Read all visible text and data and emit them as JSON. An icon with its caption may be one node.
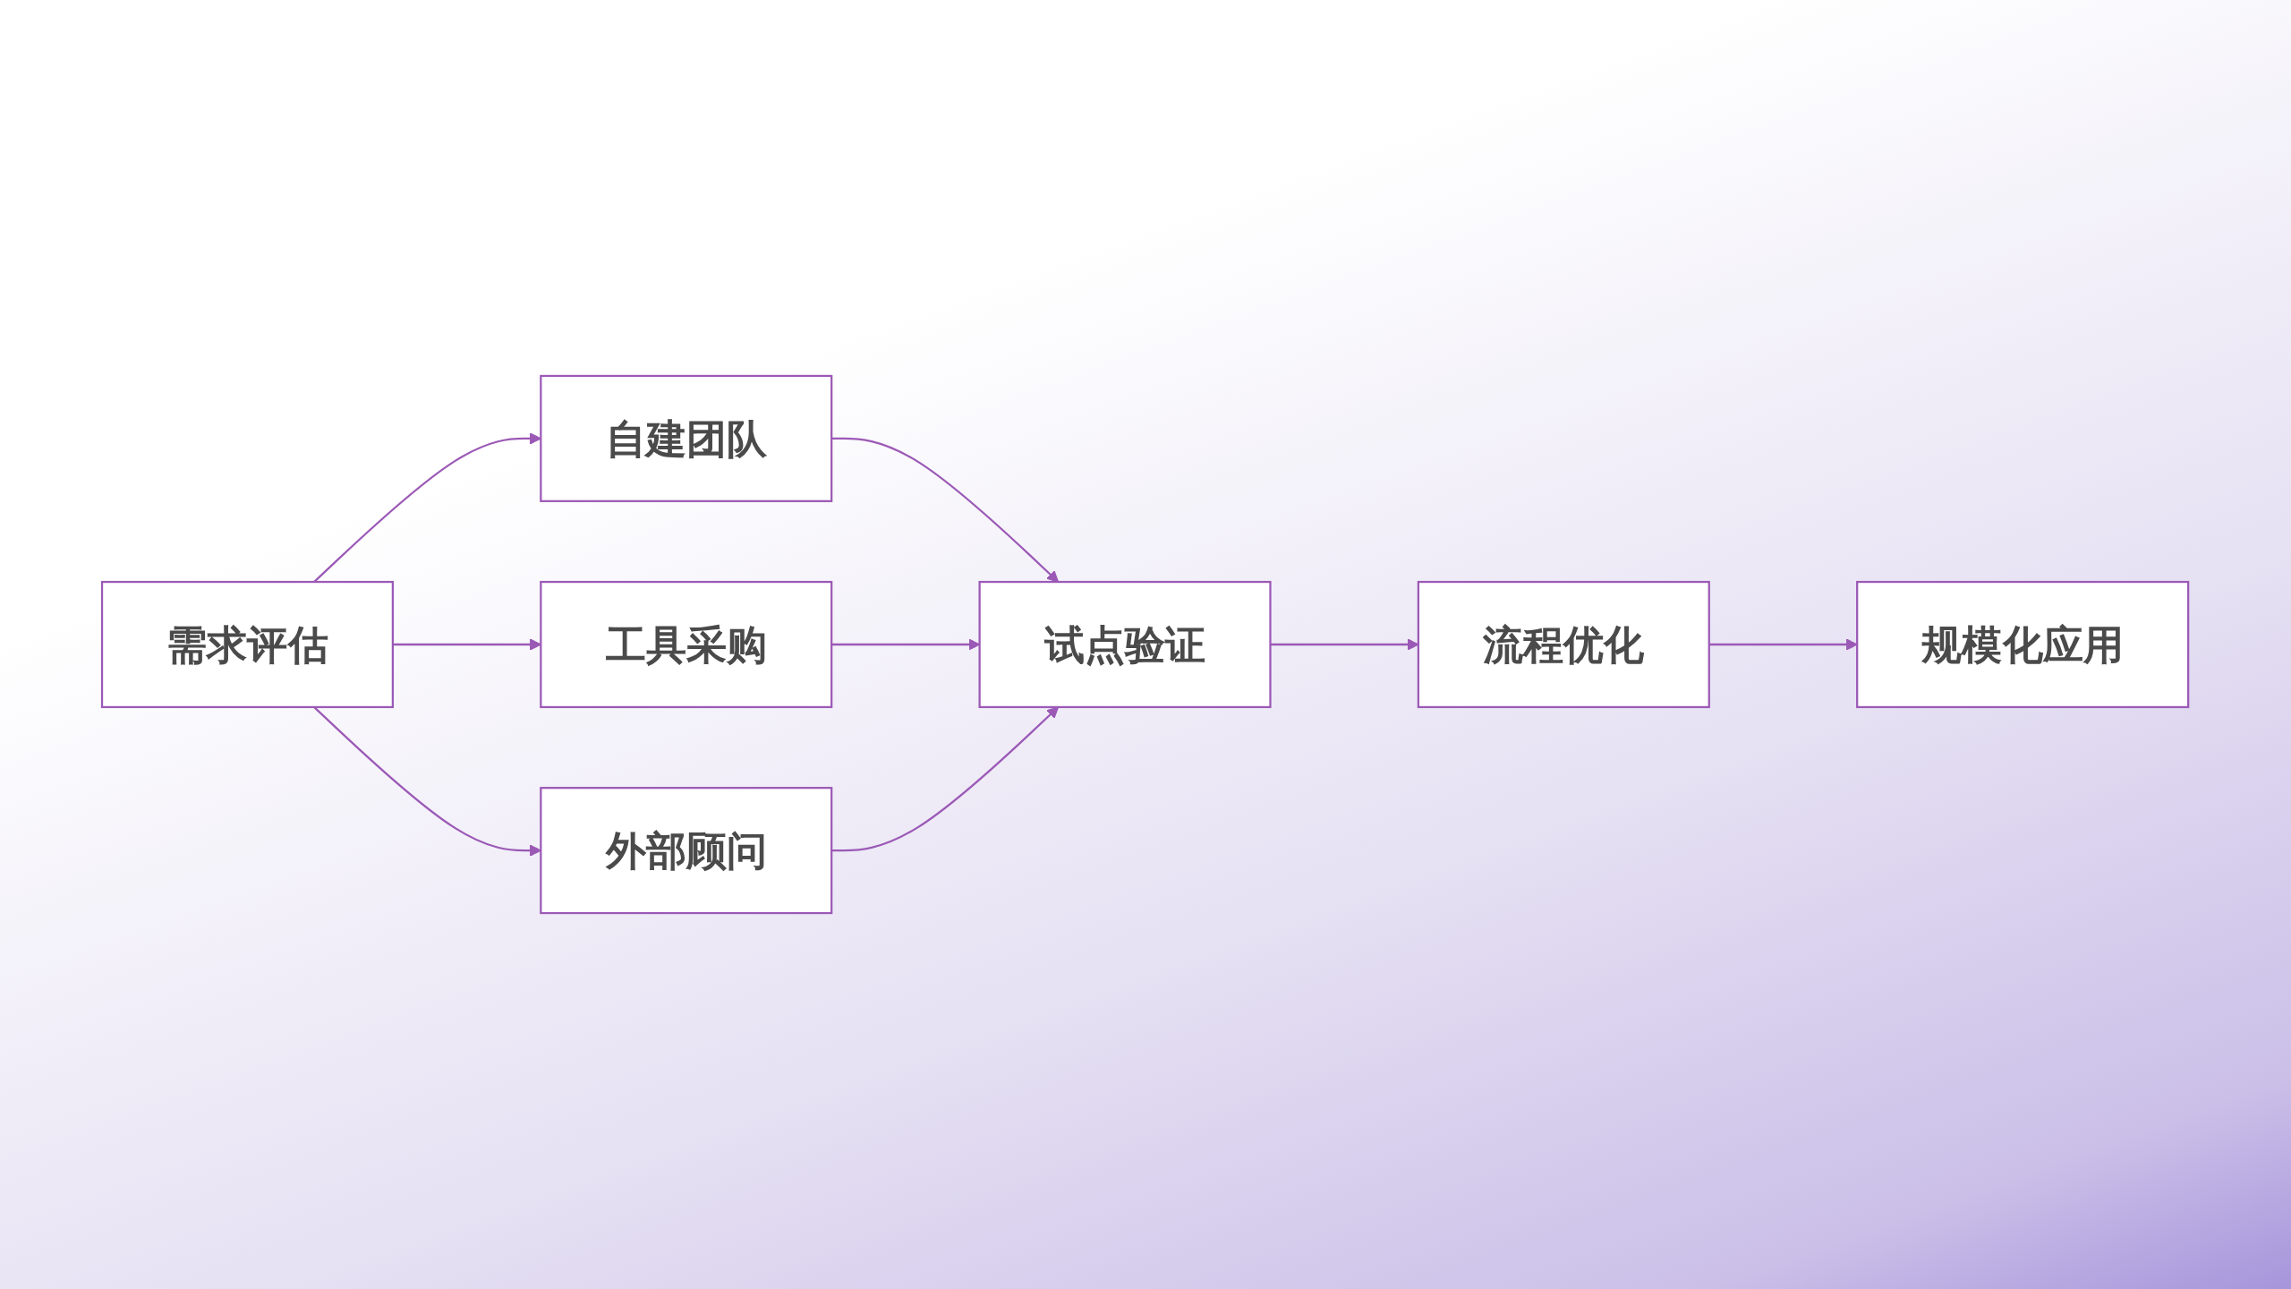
{
  "diagram": {
    "nodes": [
      {
        "text": [
          "需求评估"
        ]
      },
      {
        "text": [
          "自建团队"
        ]
      },
      {
        "text": [
          "工具采购"
        ]
      },
      {
        "text": [
          "外部顾问"
        ]
      },
      {
        "text": [
          "试点验证"
        ]
      },
      {
        "text": [
          "流程优化"
        ]
      },
      {
        "text": [
          "规模化应用"
        ]
      }
    ],
    "edges": [
      {
        "from": 0,
        "to": 1,
        "arrow": "to"
      },
      {
        "from": 0,
        "to": 2,
        "arrow": "to"
      },
      {
        "from": 0,
        "to": 3,
        "arrow": "to"
      },
      {
        "from": 1,
        "to": 4,
        "arrow": "to"
      },
      {
        "from": 2,
        "to": 4,
        "arrow": "to"
      },
      {
        "from": 3,
        "to": 4,
        "arrow": "to"
      },
      {
        "from": 4,
        "to": 5,
        "arrow": "to"
      },
      {
        "from": 5,
        "to": 6,
        "arrow": "to"
      }
    ]
  }
}
